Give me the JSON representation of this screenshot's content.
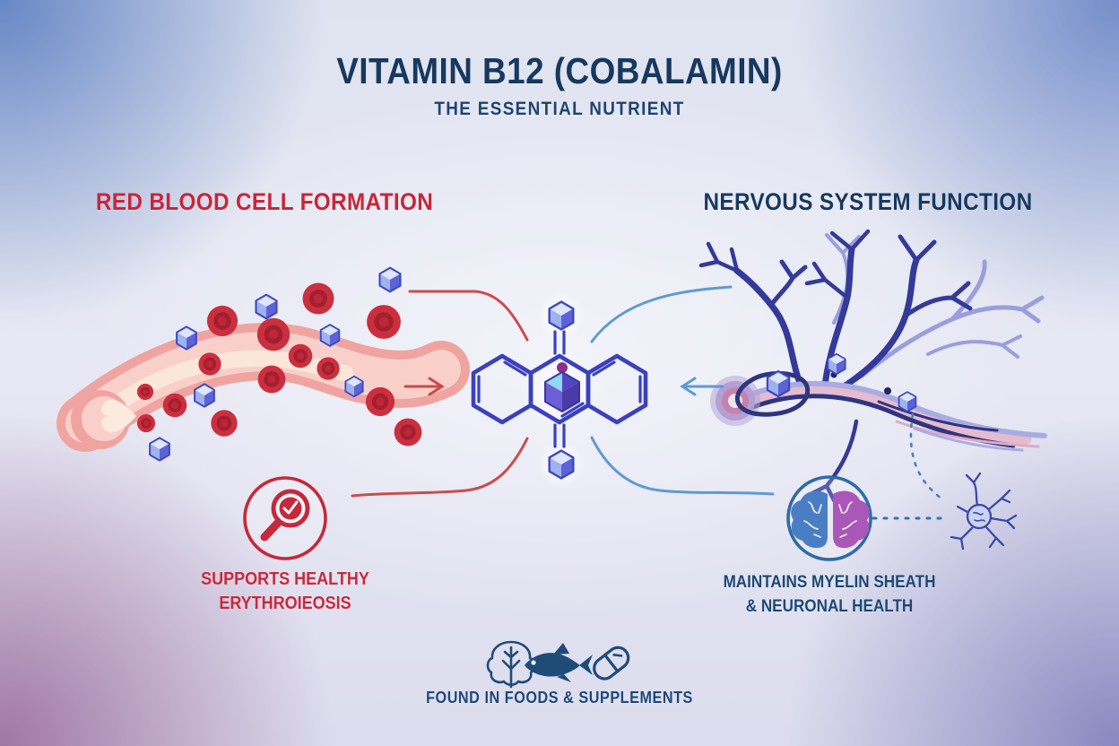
{
  "page": {
    "title": "VITAMIN B12 (COBALAMIN)",
    "subtitle": "THE ESSENTIAL NUTRIENT"
  },
  "sections": {
    "red_blood": {
      "heading": "RED BLOOD CELL FORMATION",
      "caption_line1": "SUPPORTS HEALTHY",
      "caption_line2": "ERYTHROIEOSIS",
      "badge_icon": "magnifier-check-icon",
      "illustration": "blood-vessel-with-red-blood-cells-and-b12-cubes",
      "accent_color": "#c8293c"
    },
    "nervous": {
      "heading": "NERVOUS SYSTEM FUNCTION",
      "caption_line1": "MAINTAINS MYELIN SHEATH",
      "caption_line2": "& NEURONAL HEALTH",
      "badge_icon": "brain-icon",
      "illustration": "neuron-with-myelinated-axon-and-b12-cubes",
      "accent_color": "#1d4876"
    },
    "center": {
      "illustration": "b12-molecule-with-cobalt-cube"
    }
  },
  "footer": {
    "caption": "FOUND IN FOODS & SUPPLEMENTS",
    "icons": [
      "leafy-greens-icon",
      "fish-icon",
      "supplement-capsule-icon"
    ]
  },
  "colors": {
    "navy_text": "#17395f",
    "red_text": "#c8293c",
    "molecule_blue": "#3a41be",
    "connector_red": "#cd4b4b",
    "connector_blue": "#5e9ad2",
    "cube_blue": "#5c63d8",
    "blood_cell_red": "#c82a3a",
    "vessel_pink": "#efa4a1",
    "brain_left": "#4a7ec4",
    "brain_right": "#a958b8"
  }
}
